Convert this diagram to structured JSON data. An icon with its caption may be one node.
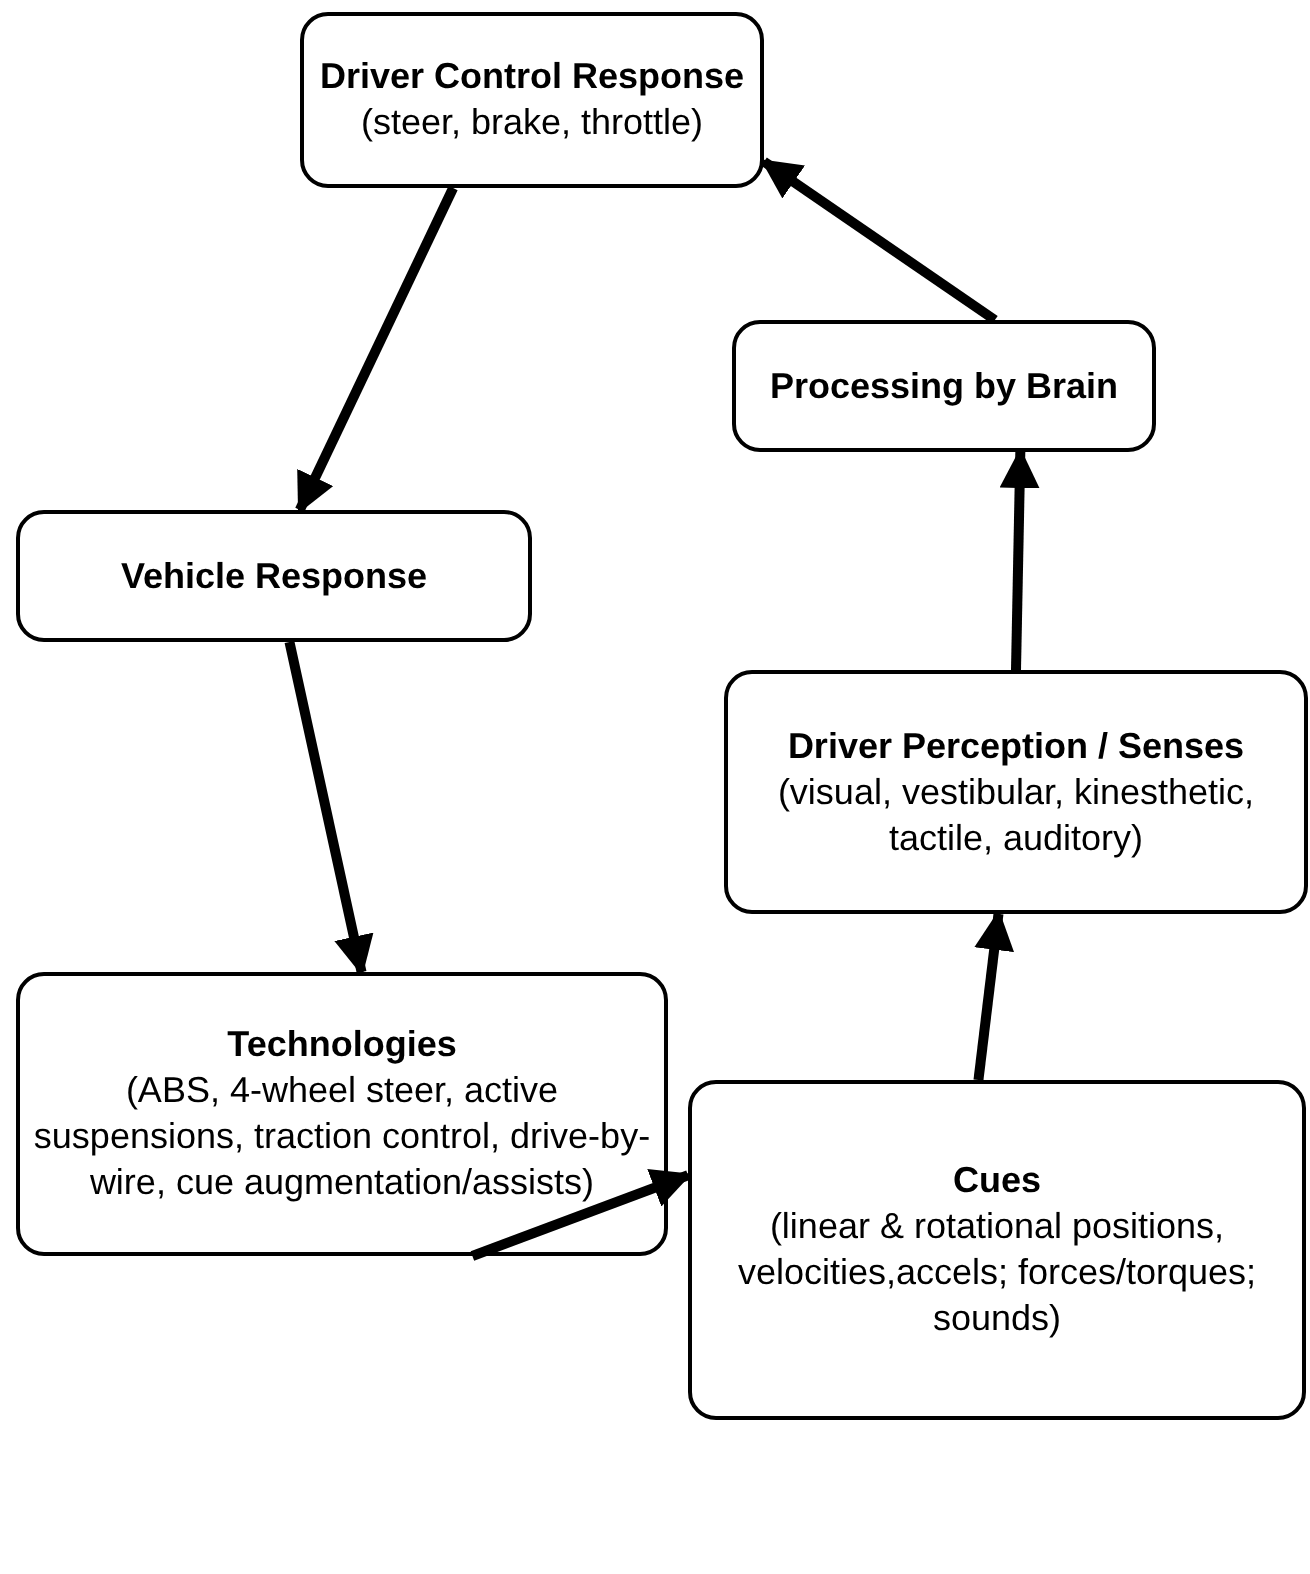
{
  "diagram": {
    "nodes": [
      {
        "text": [
          "Driver Control Response",
          "(steer, brake, throttle)"
        ]
      },
      {
        "text": [
          "Processing by Brain"
        ]
      },
      {
        "text": [
          "Vehicle Response"
        ]
      },
      {
        "text": [
          "Driver Perception / Senses",
          "(visual, vestibular, kinesthetic, tactile, auditory)"
        ]
      },
      {
        "text": [
          "Technologies",
          "(ABS, 4-wheel steer, active suspensions, traction control, drive-by-wire, cue augmentation/assists)"
        ]
      },
      {
        "text": [
          "Cues",
          "(linear & rotational positions, velocities,accels; forces/torques;  sounds)"
        ]
      }
    ],
    "edges": [
      {
        "from": 0,
        "to": 2,
        "arrow": "to"
      },
      {
        "from": 2,
        "to": 4,
        "arrow": "to"
      },
      {
        "from": 4,
        "to": 5,
        "arrow": "to"
      },
      {
        "from": 5,
        "to": 3,
        "arrow": "to"
      },
      {
        "from": 3,
        "to": 1,
        "arrow": "to"
      },
      {
        "from": 1,
        "to": 0,
        "arrow": "to"
      }
    ]
  }
}
